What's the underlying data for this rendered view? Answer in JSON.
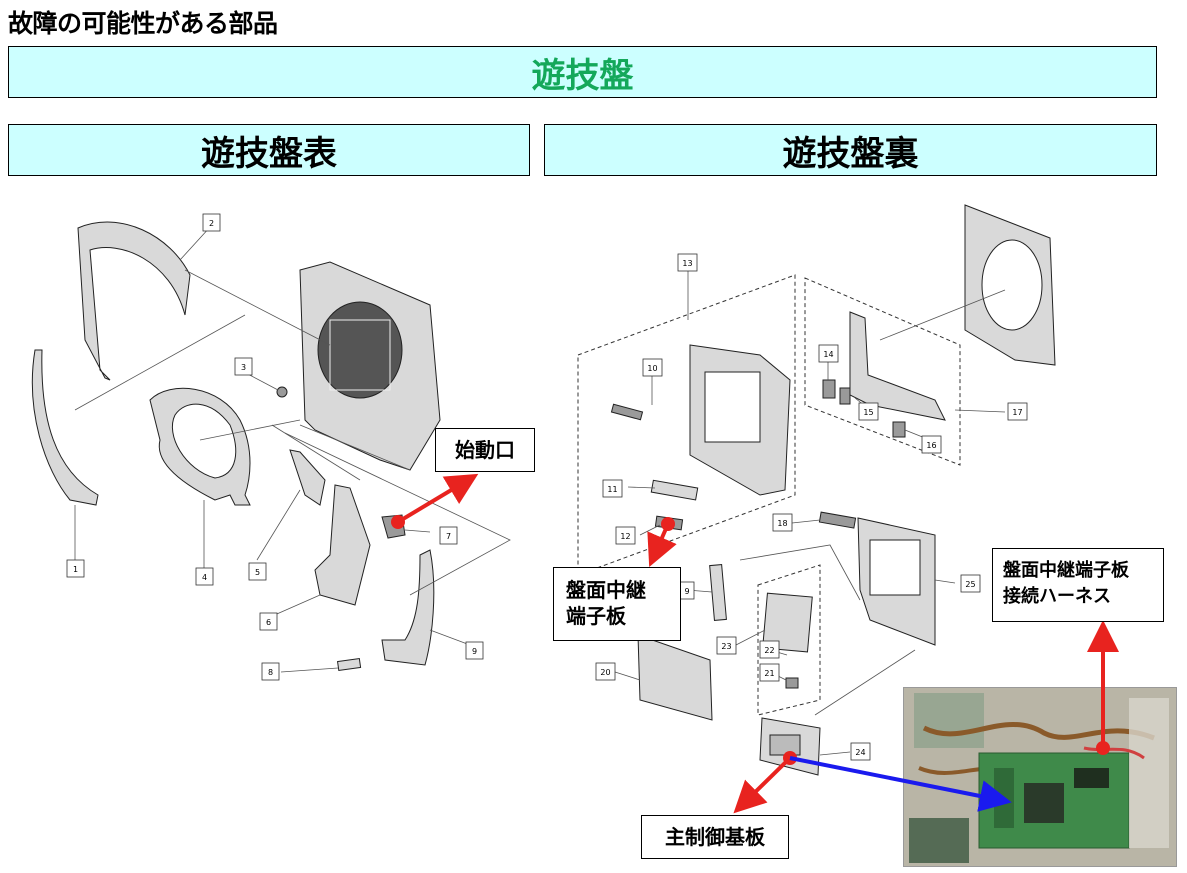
{
  "page_title": "故障の可能性がある部品",
  "banners": {
    "main": "遊技盤",
    "front": "遊技盤表",
    "back": "遊技盤裏"
  },
  "callouts": {
    "start_port": "始動口",
    "panel_relay_board_line1": "盤面中継",
    "panel_relay_board_line2": "端子板",
    "harness_line1": "盤面中継端子板",
    "harness_line2": "接続ハーネス",
    "main_control_board": "主制御基板"
  },
  "part_numbers": [
    "1",
    "2",
    "3",
    "4",
    "5",
    "6",
    "7",
    "8",
    "9",
    "9",
    "10",
    "11",
    "12",
    "13",
    "14",
    "15",
    "16",
    "17",
    "18",
    "20",
    "21",
    "22",
    "23",
    "24",
    "25"
  ],
  "colors": {
    "banner_bg": "#ccffff",
    "main_banner_text": "#14a85a",
    "arrow_red": "#e8231f",
    "arrow_blue": "#1a1aee"
  }
}
